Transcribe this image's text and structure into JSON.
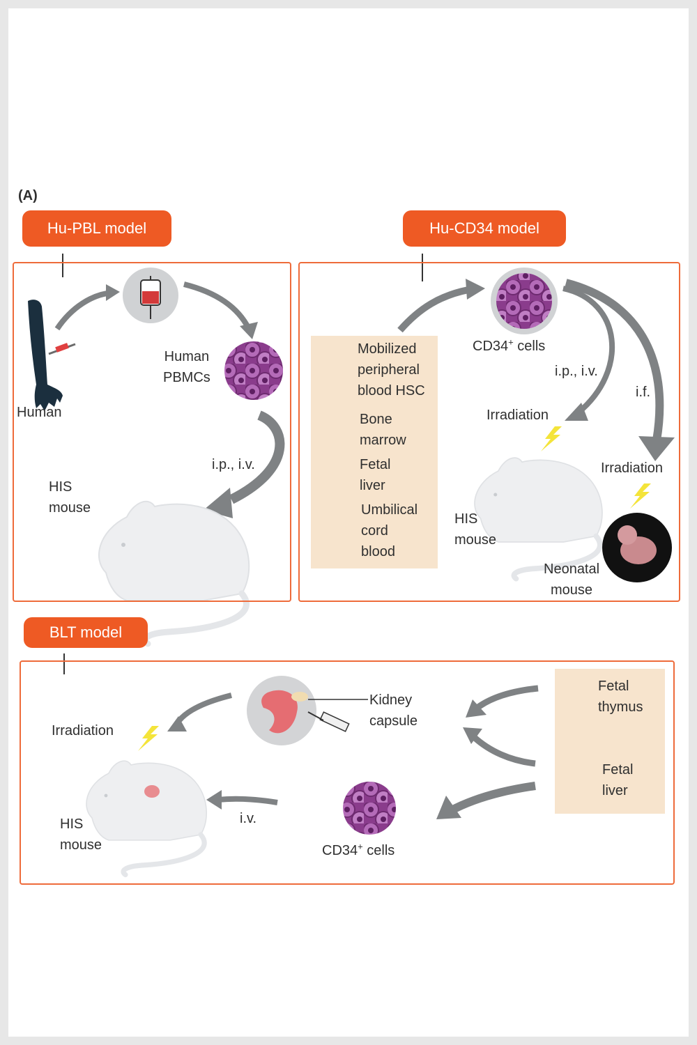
{
  "panel_label": "(A)",
  "hu_pbl": {
    "title": "Hu-PBL model",
    "human_label": "Human",
    "pbmc_label": [
      "Human",
      "PBMCs"
    ],
    "route_label": "i.p., i.v.",
    "mouse_label": [
      "HIS",
      "mouse"
    ]
  },
  "hu_cd34": {
    "title": "Hu-CD34 model",
    "cells_label": "CD34",
    "cells_sup": "+",
    "cells_suffix": " cells",
    "sources": [
      {
        "lines": [
          "Mobilized",
          "peripheral",
          "blood HSC"
        ],
        "icon": "blood-vessel-icon"
      },
      {
        "lines": [
          "Bone",
          "marrow"
        ],
        "icon": "bone-icon"
      },
      {
        "lines": [
          "Fetal",
          "liver"
        ],
        "icon": "liver-icon"
      },
      {
        "lines": [
          "Umbilical",
          "cord",
          "blood"
        ],
        "icon": "fetus-icon"
      }
    ],
    "route_adult": "i.p., i.v.",
    "route_neonatal": "i.f.",
    "irradiation_label": "Irradiation",
    "mouse_label": [
      "HIS",
      "mouse"
    ],
    "neonatal_label": [
      "Neonatal",
      "mouse"
    ]
  },
  "blt": {
    "title": "BLT model",
    "irradiation_label": "Irradiation",
    "kidney_label": [
      "Kidney",
      "capsule"
    ],
    "route_label": "i.v.",
    "cells_label": "CD34",
    "cells_sup": "+",
    "cells_suffix": " cells",
    "mouse_label": [
      "HIS",
      "mouse"
    ],
    "tissues": [
      {
        "lines": [
          "Fetal",
          "thymus"
        ],
        "icon": "thymus-icon"
      },
      {
        "lines": [
          "Fetal",
          "liver"
        ],
        "icon": "liver-icon"
      }
    ]
  },
  "colors": {
    "accent": "#ee5a24",
    "border": "#ee6b3a",
    "panel": "#f7e4cd",
    "arrow": "#7f8284",
    "mouse": "#eeeff1",
    "cell": "#9c4a9c"
  }
}
